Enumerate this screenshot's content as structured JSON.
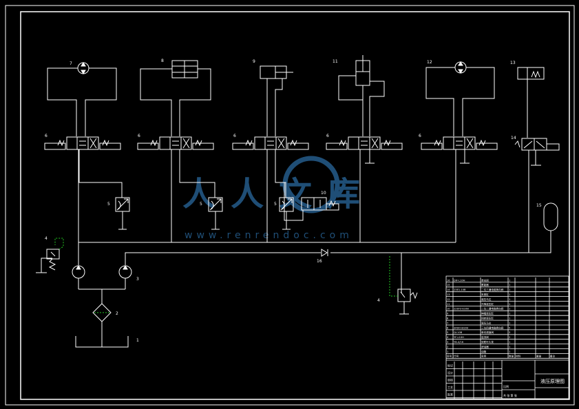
{
  "colors": {
    "background": "#000000",
    "line": "#ffffff",
    "pilot_line": "#22cc22",
    "watermark": "#3a8fd8"
  },
  "labels": {
    "n1": "1",
    "n2": "2",
    "n3": "3",
    "n4a": "4",
    "n4b": "4",
    "n5a": "5",
    "n5b": "5",
    "n5c": "5",
    "n6a": "6",
    "n6b": "6",
    "n6c": "6",
    "n6d": "6",
    "n6e": "6",
    "n7": "7",
    "n8": "8",
    "n9": "9",
    "n10": "10",
    "n11": "11",
    "n12": "12",
    "n13": "13",
    "n14": "14",
    "n15": "15",
    "n16": "16"
  },
  "watermark": {
    "text": "人人文库",
    "url": "www.renrendoc.com"
  },
  "title_block": {
    "title": "液压原理图",
    "parts_rows": [
      {
        "no": "16",
        "code": "DIF-L10H",
        "name": "单向阀",
        "qty": "1"
      },
      {
        "no": "15",
        "code": "",
        "name": "蓄能器",
        "qty": "1"
      },
      {
        "no": "14",
        "code": "23E1-10B",
        "name": "二位三通电磁换向阀",
        "qty": "1"
      },
      {
        "no": "13",
        "code": "",
        "name": "夹紧缸",
        "qty": "1"
      },
      {
        "no": "12",
        "code": "",
        "name": "液压马达",
        "qty": "1"
      },
      {
        "no": "11",
        "code": "",
        "name": "升降液压缸",
        "qty": "1"
      },
      {
        "no": "10",
        "code": "22EF3-E10B",
        "name": "二位二通电磁换向阀",
        "qty": "1"
      },
      {
        "no": "9",
        "code": "",
        "name": "伸缩液压缸",
        "qty": "1"
      },
      {
        "no": "8",
        "code": "",
        "name": "回转液压缸",
        "qty": "1"
      },
      {
        "no": "7",
        "code": "",
        "name": "液压马达",
        "qty": "1"
      },
      {
        "no": "6",
        "code": "34DO-B10H",
        "name": "三位四通电磁换向阀",
        "qty": "5"
      },
      {
        "no": "5",
        "code": "QI-10B",
        "name": "单向调速阀",
        "qty": "3"
      },
      {
        "no": "4",
        "code": "YF-L10H",
        "name": "溢流阀",
        "qty": "2"
      },
      {
        "no": "3",
        "code": "YB-4/16",
        "name": "双联叶片泵",
        "qty": "1"
      },
      {
        "no": "2",
        "code": "",
        "name": "滤油器",
        "qty": "1"
      },
      {
        "no": "1",
        "code": "",
        "name": "油箱",
        "qty": "1"
      }
    ],
    "header": {
      "no": "序号",
      "code": "代号",
      "name": "名称",
      "qty": "数量",
      "mat": "材料",
      "weight": "重量",
      "remark": "备注"
    },
    "sign_rows": [
      "标记",
      "设计",
      "审核",
      "工艺",
      "批准"
    ],
    "scale_label": "比例",
    "sheet_label": "共 张 第 张"
  }
}
